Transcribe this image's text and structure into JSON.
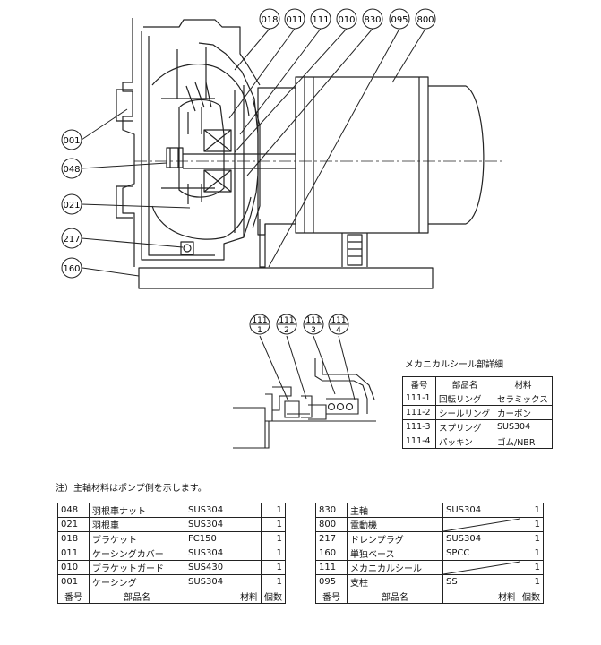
{
  "callouts_top": [
    "018",
    "011",
    "111",
    "010",
    "830",
    "095",
    "800"
  ],
  "callouts_left": [
    "001",
    "048",
    "021",
    "217",
    "160"
  ],
  "seal_callouts": [
    {
      "top": "111",
      "bottom": "1"
    },
    {
      "top": "111",
      "bottom": "2"
    },
    {
      "top": "111",
      "bottom": "3"
    },
    {
      "top": "111",
      "bottom": "4"
    }
  ],
  "seal_detail": {
    "title": "メカニカルシール部詳細",
    "headers": [
      "番号",
      "部品名",
      "材料"
    ],
    "rows": [
      [
        "111-1",
        "回転リング",
        "セラミックス"
      ],
      [
        "111-2",
        "シールリング",
        "カーボン"
      ],
      [
        "111-3",
        "スプリング",
        "SUS304"
      ],
      [
        "111-4",
        "パッキン",
        "ゴム/NBR"
      ]
    ]
  },
  "note": "注）主軸材料はポンプ側を示します。",
  "parts_left": {
    "rows": [
      [
        "048",
        "羽根車ナット",
        "SUS304",
        "1"
      ],
      [
        "021",
        "羽根車",
        "SUS304",
        "1"
      ],
      [
        "018",
        "ブラケット",
        "FC150",
        "1"
      ],
      [
        "011",
        "ケーシングカバー",
        "SUS304",
        "1"
      ],
      [
        "010",
        "ブラケットガード",
        "SUS430",
        "1"
      ],
      [
        "001",
        "ケーシング",
        "SUS304",
        "1"
      ]
    ],
    "headers": [
      "番号",
      "部品名",
      "材料",
      "個数"
    ]
  },
  "parts_right": {
    "rows": [
      [
        "830",
        "主軸",
        "SUS304",
        "1"
      ],
      [
        "800",
        "電動機",
        "",
        "1"
      ],
      [
        "217",
        "ドレンプラグ",
        "SUS304",
        "1"
      ],
      [
        "160",
        "単独ベース",
        "SPCC",
        "1"
      ],
      [
        "111",
        "メカニカルシール",
        "",
        "1"
      ],
      [
        "095",
        "支柱",
        "SS",
        "1"
      ]
    ],
    "headers": [
      "番号",
      "部品名",
      "材料",
      "個数"
    ]
  }
}
